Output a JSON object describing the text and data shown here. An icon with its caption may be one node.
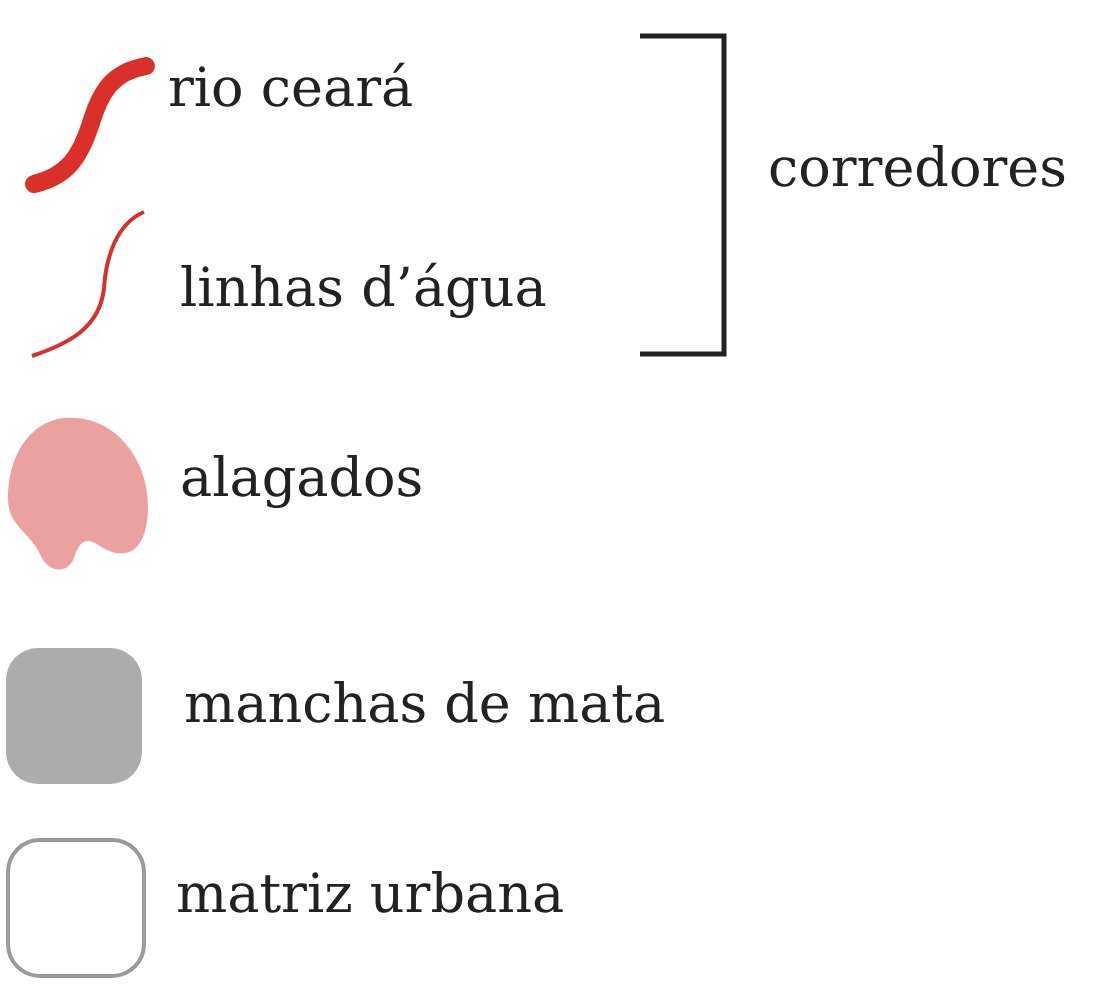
{
  "diagram": {
    "labels": [
      "corredores"
    ],
    "legend": [
      {
        "text": "rio ceará"
      },
      {
        "text": "linhas d’água"
      },
      {
        "text": "alagados",
        "color": "#eba1a0"
      },
      {
        "text": "manchas de mata",
        "color": "#acacac"
      },
      {
        "text": "matriz urbana"
      }
    ]
  }
}
